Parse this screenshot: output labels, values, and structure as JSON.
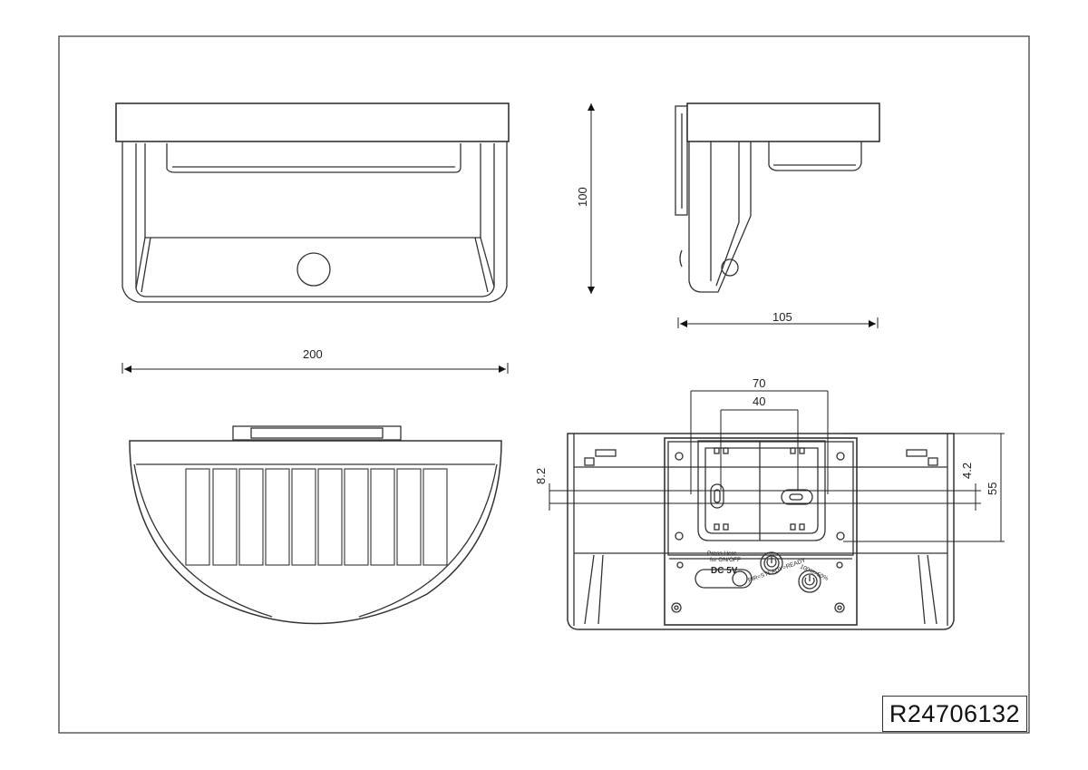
{
  "drawing": {
    "part_number": "R24706132",
    "dimensions": {
      "width": "200",
      "height": "100",
      "depth": "105",
      "hole_spacing_outer": "70",
      "hole_spacing_inner": "40",
      "slot_offset": "8.2",
      "slot_height": "4.2",
      "mount_height": "55"
    },
    "labels": {
      "press_line1": "Press Here",
      "press_line2": "for ON/OFF",
      "dc_label": "DC 5V",
      "ring_text_left": "PIR=STEADY=READY",
      "ring_text_right": "100%=50%"
    }
  }
}
